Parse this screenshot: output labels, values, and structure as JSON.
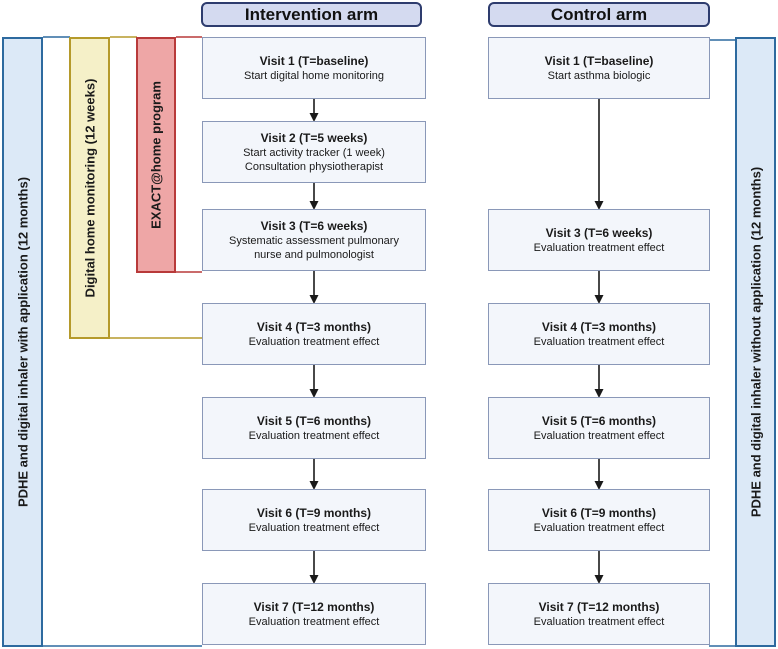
{
  "headers": {
    "intervention": "Intervention arm",
    "control": "Control arm"
  },
  "side_bars": {
    "pdhe_with_app": "PDHE and digital inhaler with application (12 months)",
    "digital_home_monitoring": "Digital home monitoring (12 weeks)",
    "exact_home": "EXACT@home program",
    "pdhe_without_app": "PDHE and digital inhaler without application (12 months)"
  },
  "intervention_visits": [
    {
      "title": "Visit 1 (T=baseline)",
      "lines": [
        "Start digital home monitoring"
      ]
    },
    {
      "title": "Visit 2 (T=5 weeks)",
      "lines": [
        "Start activity tracker (1 week)",
        "Consultation physiotherapist"
      ]
    },
    {
      "title": "Visit 3 (T=6 weeks)",
      "lines": [
        "Systematic assessment pulmonary",
        "nurse and pulmonologist"
      ]
    },
    {
      "title": "Visit 4 (T=3 months)",
      "lines": [
        "Evaluation treatment effect"
      ]
    },
    {
      "title": "Visit 5 (T=6 months)",
      "lines": [
        "Evaluation treatment effect"
      ]
    },
    {
      "title": "Visit 6 (T=9 months)",
      "lines": [
        "Evaluation treatment effect"
      ]
    },
    {
      "title": "Visit 7 (T=12 months)",
      "lines": [
        "Evaluation treatment effect"
      ]
    }
  ],
  "control_visits": [
    {
      "title": "Visit 1 (T=baseline)",
      "lines": [
        "Start asthma biologic"
      ]
    },
    {
      "title": "Visit 3 (T=6 weeks)",
      "lines": [
        "Evaluation treatment effect"
      ]
    },
    {
      "title": "Visit 4 (T=3 months)",
      "lines": [
        "Evaluation treatment effect"
      ]
    },
    {
      "title": "Visit 5 (T=6 months)",
      "lines": [
        "Evaluation treatment effect"
      ]
    },
    {
      "title": "Visit 6 (T=9 months)",
      "lines": [
        "Evaluation treatment effect"
      ]
    },
    {
      "title": "Visit 7 (T=12 months)",
      "lines": [
        "Evaluation treatment effect"
      ]
    }
  ],
  "colors": {
    "header_fill": "#d4daf0",
    "header_border": "#2e3c6e",
    "box_fill": "#f3f6fb",
    "box_border": "#8a98b8",
    "pdhe_fill": "#dce9f7",
    "pdhe_border": "#2d6a9f",
    "dhm_fill": "#f5f0c8",
    "dhm_border": "#b59a2b",
    "exact_fill": "#eea6a6",
    "exact_border": "#b83a3a",
    "arrow": "#1a1a1a"
  }
}
